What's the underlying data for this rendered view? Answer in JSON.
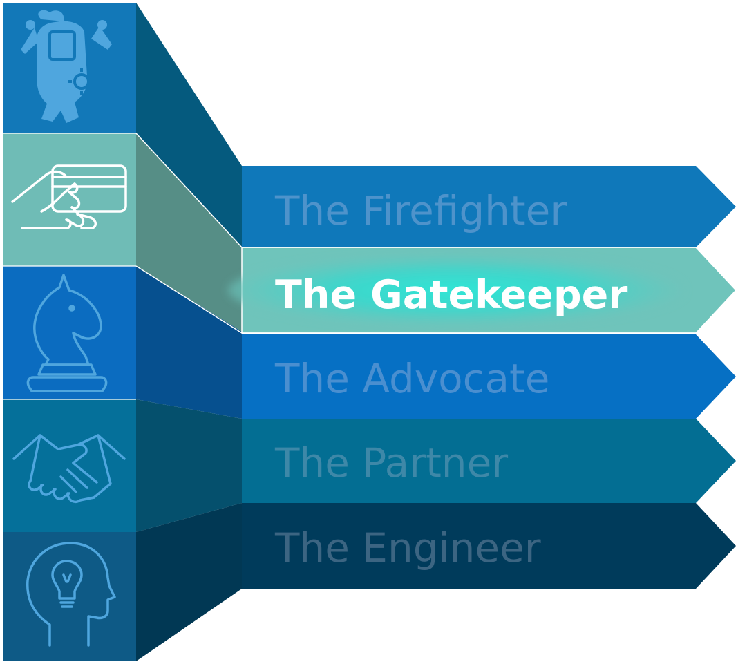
{
  "roles": [
    {
      "label": "The Firefighter",
      "icon": "firefighter-icon",
      "active": false,
      "tile_color": "#1278b8",
      "band_color": "#0f78ba",
      "side_color": "#055a7e",
      "text_color": "#4e93cb"
    },
    {
      "label": "The Gatekeeper",
      "icon": "hand-card-icon",
      "active": true,
      "tile_color": "#6fbcb6",
      "band_color": "#33cbc4",
      "side_color": "#568e86",
      "text_color": "#ffffff"
    },
    {
      "label": "The Advocate",
      "icon": "chess-knight-icon",
      "active": false,
      "tile_color": "#0b6cc0",
      "band_color": "#0670c4",
      "side_color": "#06508f",
      "text_color": "#4a8fd0"
    },
    {
      "label": "The Partner",
      "icon": "handshake-icon",
      "active": false,
      "tile_color": "#05709a",
      "band_color": "#036e93",
      "side_color": "#05506d",
      "text_color": "#3e88a8"
    },
    {
      "label": "The Engineer",
      "icon": "head-lightbulb-icon",
      "active": false,
      "tile_color": "#0e5a86",
      "band_color": "#003b5b",
      "side_color": "#013854",
      "text_color": "#3c6582"
    }
  ],
  "colors": {
    "icon_stroke": "#4fa6de",
    "icon_stroke_active": "#ffffff",
    "glow": "#2fe6d6"
  }
}
